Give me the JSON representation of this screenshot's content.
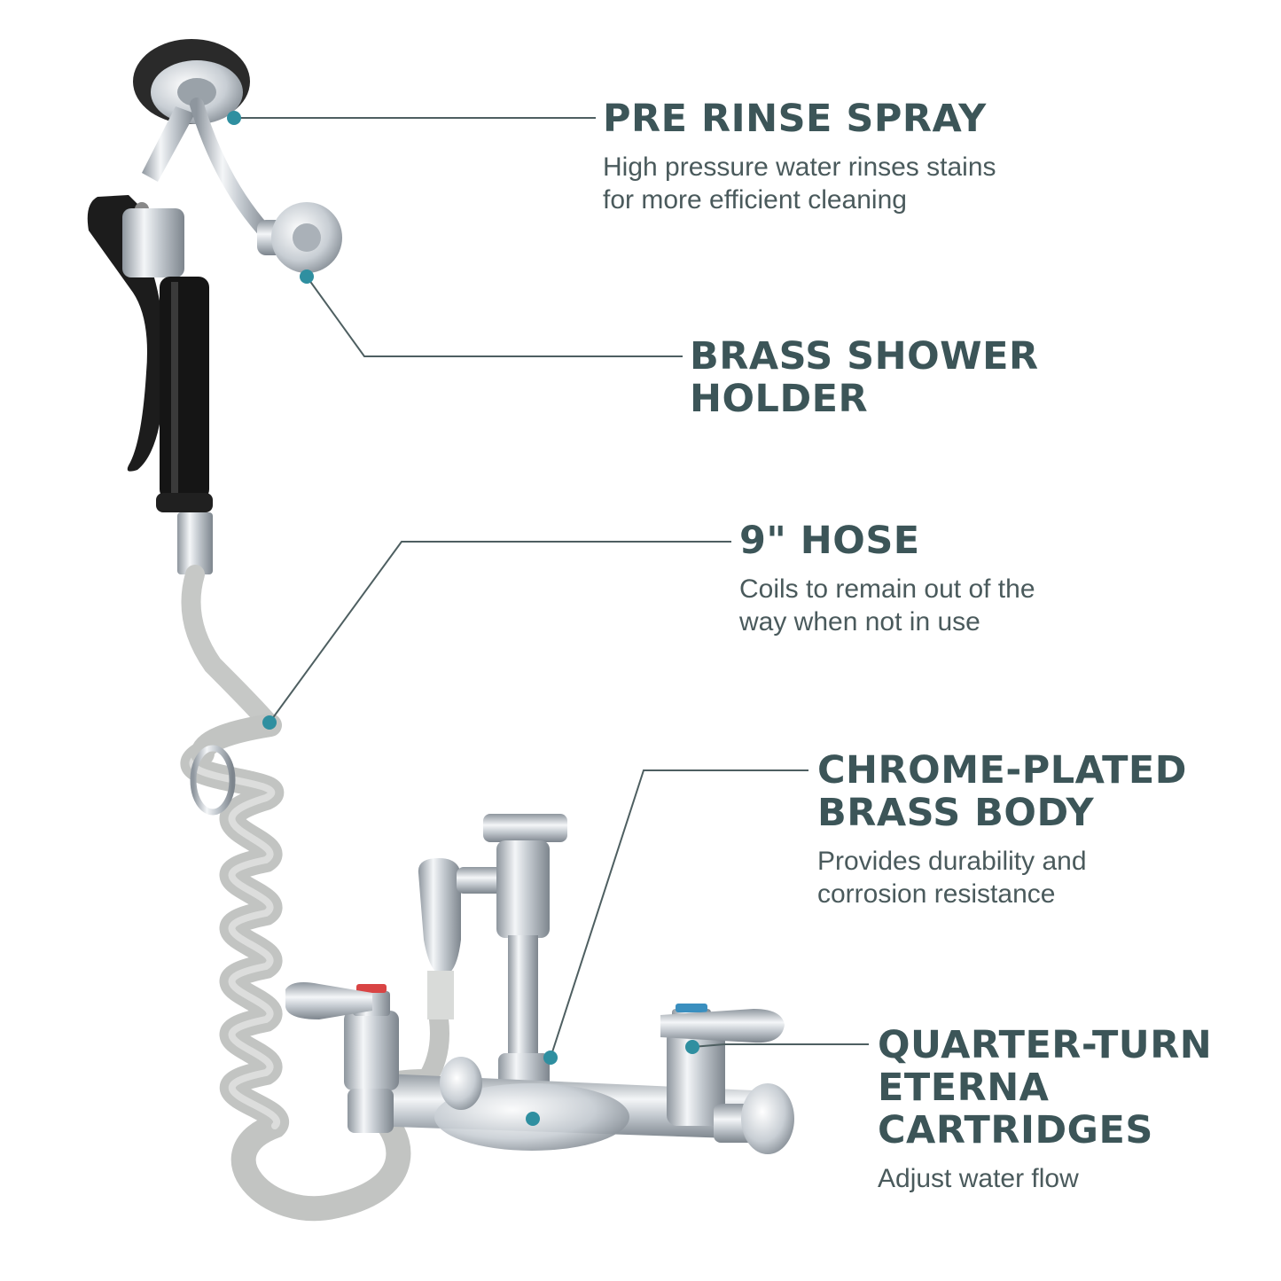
{
  "colors": {
    "heading": "#3c5558",
    "body_text": "#4a5a5c",
    "leader_line": "#4e5f61",
    "marker_dot": "#2f8fa0",
    "chrome": "#d5dbe0",
    "rubber_black": "#1b1b1b",
    "hose_gray": "#c4c6c4"
  },
  "callouts": [
    {
      "id": "pre-rinse-spray",
      "title": "PRE RINSE SPRAY",
      "description": "High pressure water rinses stains\nfor more efficient cleaning"
    },
    {
      "id": "brass-shower-holder",
      "title": "BRASS SHOWER\nHOLDER",
      "description": ""
    },
    {
      "id": "hose",
      "title": "9\" HOSE",
      "description": "Coils to remain out of the\nway when not in use"
    },
    {
      "id": "chrome-plated-brass-body",
      "title": "CHROME-PLATED\nBRASS BODY",
      "description": "Provides durability and\ncorrosion resistance"
    },
    {
      "id": "quarter-turn-cartridges",
      "title": "QUARTER-TURN\nETERNA\nCARTRIDGES",
      "description": "Adjust water flow"
    }
  ]
}
